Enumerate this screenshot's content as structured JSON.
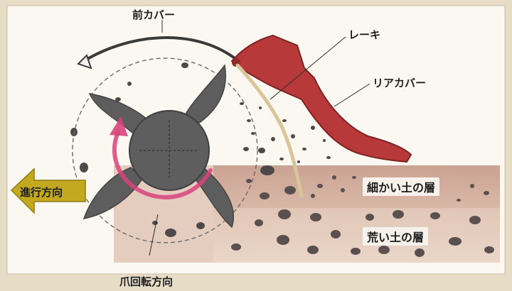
{
  "labels": {
    "front_cover": "前カバー",
    "rake": "レーキ",
    "rear_cover": "リアカバー",
    "direction": "進行方向",
    "fine_soil": "細かい土の層",
    "coarse_soil": "荒い土の層",
    "claw_rotation": "爪回転方向"
  },
  "colors": {
    "rear_cover": "#b83a3a",
    "claw": "#5d5d5d",
    "rotation_arrow": "#d8437a",
    "direction_arrow": "#b9a11e",
    "fine_layer": "#d7b6a4",
    "coarse_layer": "#e3cbbb"
  }
}
